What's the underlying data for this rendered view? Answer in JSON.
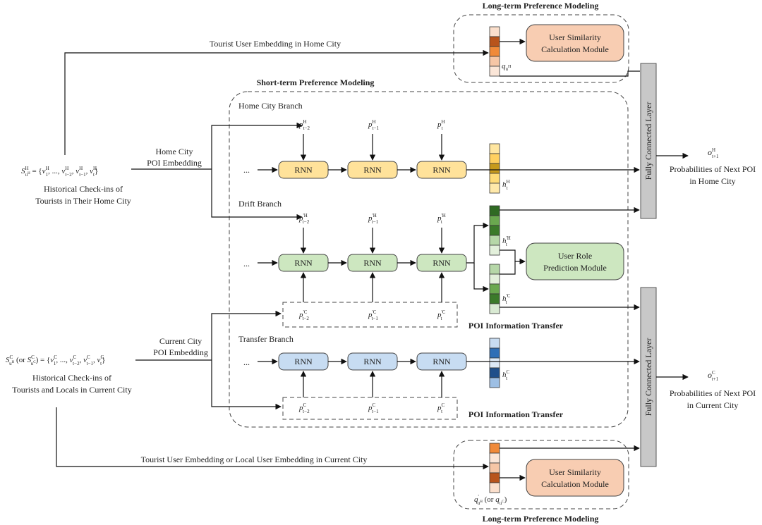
{
  "sections": {
    "long_term_top": "Long-term Preference Modeling",
    "long_term_bottom": "Long-term Preference Modeling",
    "short_term": "Short-term Preference Modeling",
    "home_branch": "Home City Branch",
    "drift_branch": "Drift Branch",
    "transfer_branch": "Transfer Branch",
    "poi_transfer_1": "POI Information Transfer",
    "poi_transfer_2": "POI Information Transfer"
  },
  "modules": {
    "user_similarity_top": [
      "User Similarity",
      "Calculation Module"
    ],
    "user_similarity_bottom": [
      "User Similarity",
      "Calculation Module"
    ],
    "user_role": [
      "User Role",
      "Prediction Module"
    ],
    "fc_top": "Fully Connected Layer",
    "fc_bottom": "Fully Connected Layer",
    "rnn": "RNN"
  },
  "edges": {
    "tourist_home": "Tourist User Embedding in Home City",
    "home_poi": [
      "Home City",
      "POI Embedding"
    ],
    "current_poi": [
      "Current City",
      "POI Embedding"
    ],
    "tourist_local_current": "Tourist User Embedding or Local User Embedding in Current City"
  },
  "inputs": {
    "home_seq": "S^H_uH = {v^H_1, ..., v^H_{t-2}, v^H_{t-1}, v^H_t}",
    "home_desc": [
      "Historical Check-ins of",
      "Tourists in Their Home City"
    ],
    "current_seq": "S^C_uH (or S^C_uC) = {v^C_1, ..., v^C_{t-2}, v^C_{t-1}, v^C_t}",
    "current_desc": [
      "Historical Check-ins of",
      "Tourists and Locals in Current City"
    ]
  },
  "outputs": {
    "home_symbol": "o^H_{t+1}",
    "home_desc": [
      "Probabilities of Next POI",
      "in Home City"
    ],
    "current_symbol": "o^C_{t+1}",
    "current_desc": [
      "Probabilities of Next POI",
      "in Current City"
    ]
  },
  "symbols": {
    "q_top": "q_uH",
    "q_bottom": "q'_uH (or q_uC)",
    "h_home": "h^H_t",
    "h_drift_h": "h'^H_t",
    "h_drift_c": "h'^C_t",
    "h_transfer": "h^C_t",
    "ellipsis": "..."
  },
  "colors": {
    "orange_module": "#f8cdb2",
    "yellow_rnn": "#ffe29a",
    "green_rnn": "#cde7c0",
    "blue_rnn": "#c7dcf2",
    "fc_gray": "#c8c8c8"
  }
}
